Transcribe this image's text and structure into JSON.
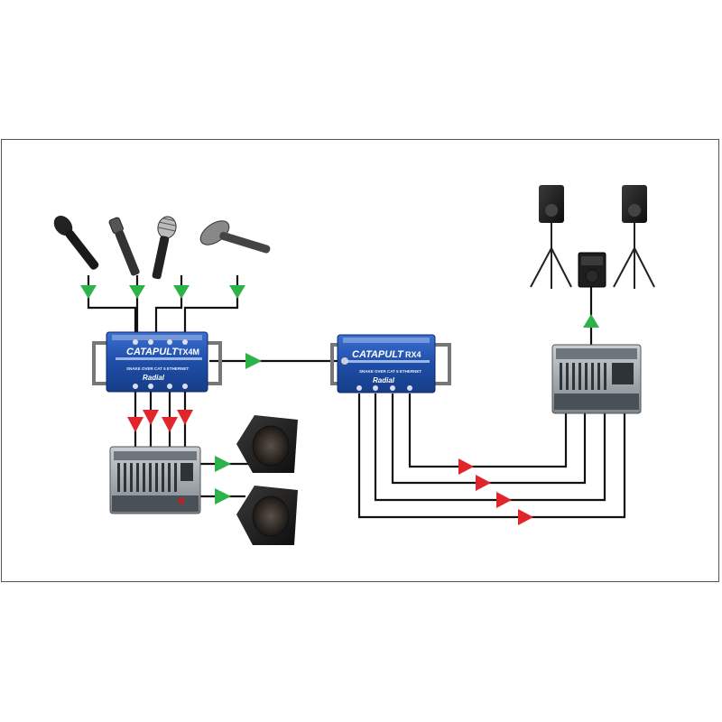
{
  "diagram": {
    "snake_tx": {
      "brand": "CATAPULT",
      "model": "TX4M",
      "subtitle": "SNAKE OVER CAT 5 ETHERNET",
      "maker": "Radial"
    },
    "snake_rx": {
      "brand": "CATAPULT",
      "model": "RX4",
      "subtitle": "SNAKE OVER CAT 5 ETHERNET",
      "maker": "Radial"
    },
    "colors": {
      "frame": "#555555",
      "cable": "#111111",
      "signal_forward": "#2db34a",
      "signal_split": "#e0262b",
      "device_blue": "#1f4ea8",
      "mixer_body": "#9aa1a8"
    },
    "icons": [
      "microphone-icon",
      "stage-monitor-icon",
      "pa-speaker-icon",
      "subwoofer-icon",
      "mixer-icon"
    ]
  }
}
